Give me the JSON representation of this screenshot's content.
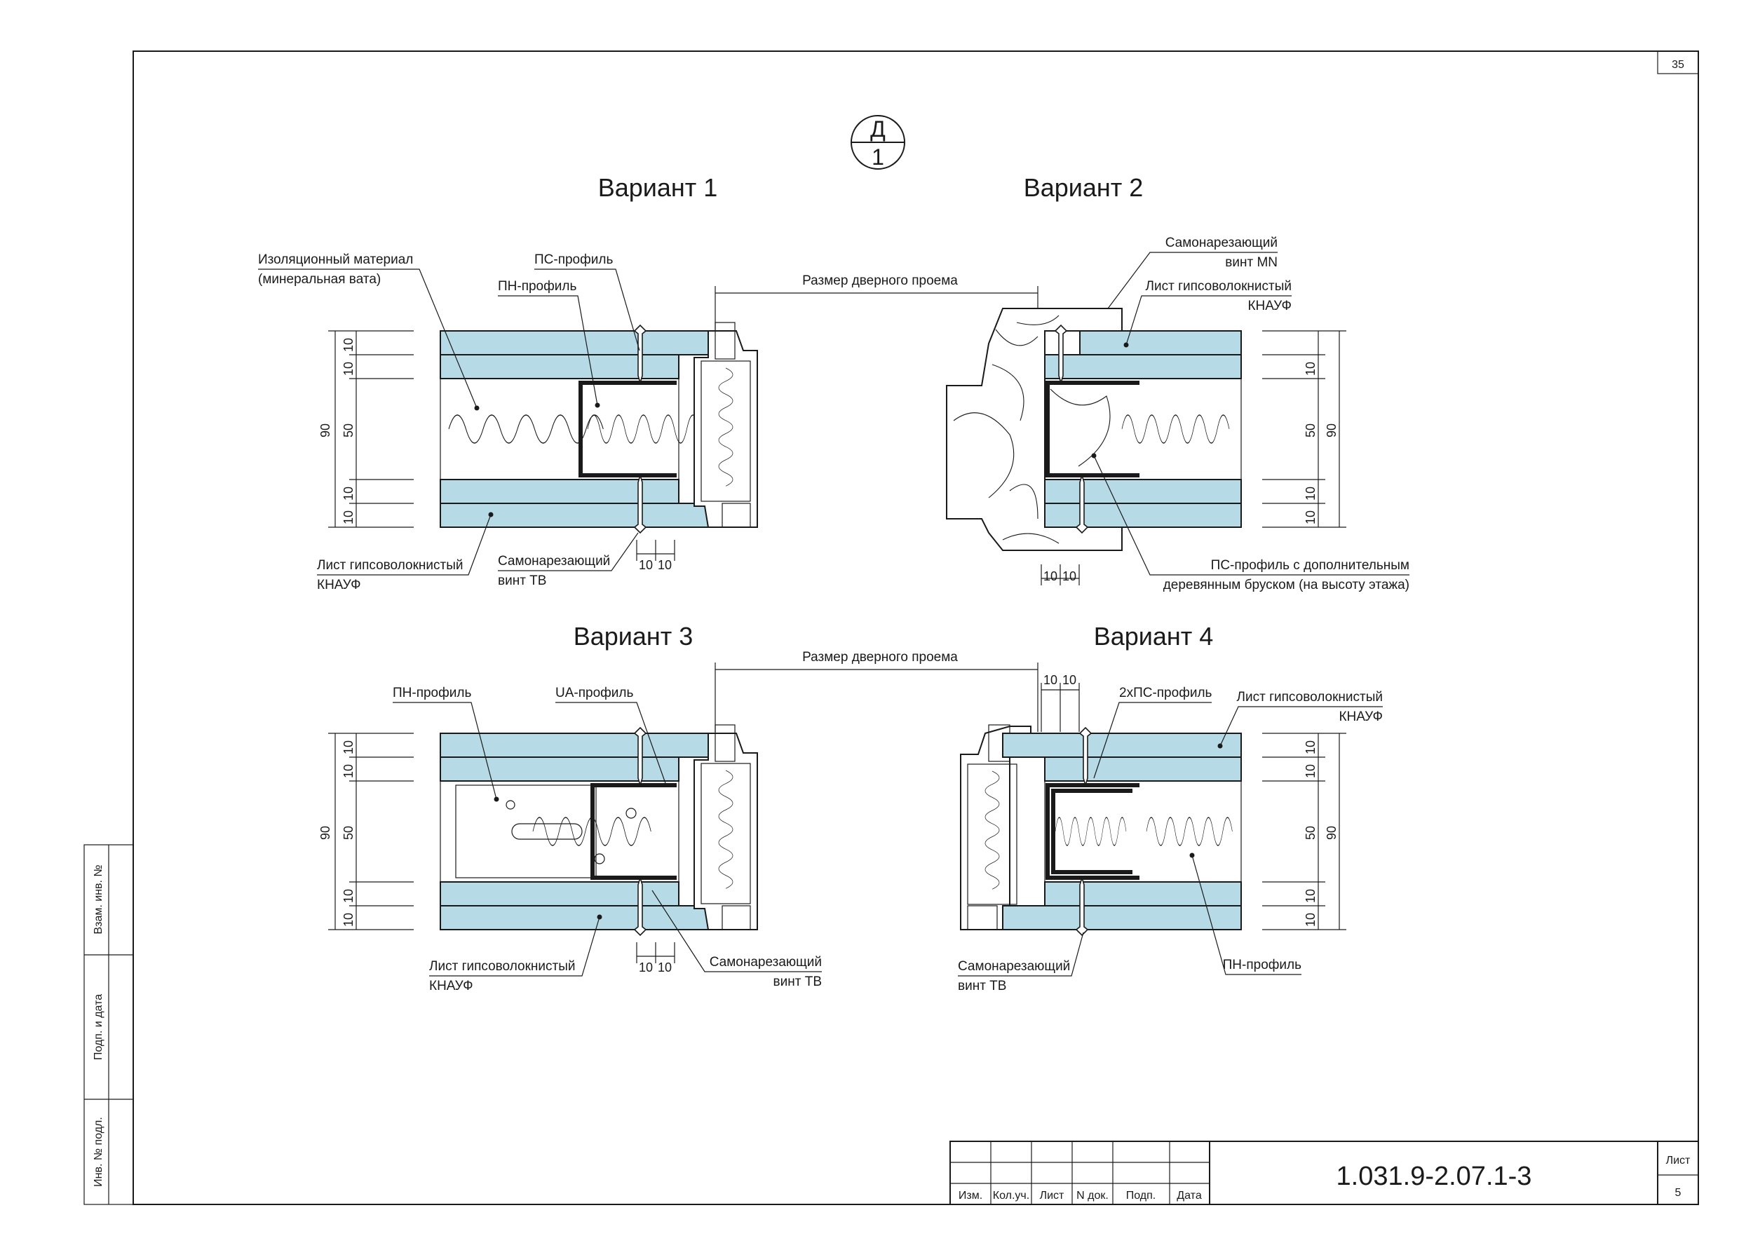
{
  "sheet": {
    "page_number": "35",
    "marker_letter": "Д",
    "marker_number": "1",
    "sheet_label": "Лист",
    "sheet_number": "5",
    "document_code": "1.031.9-2.07.1-3"
  },
  "side_stamp": {
    "cell1": "Взам. инв. №",
    "cell2": "Подп. и дата",
    "cell3": "Инв. № подл."
  },
  "title_block": {
    "columns": [
      "Изм.",
      "Кол.уч.",
      "Лист",
      "N док.",
      "Подп.",
      "Дата"
    ]
  },
  "variants": {
    "v1": {
      "title": "Вариант 1",
      "insulation_line1": "Изоляционный материал",
      "insulation_line2": "(минеральная вата)",
      "ps_profile": "ПС-профиль",
      "pn_profile": "ПН-профиль",
      "board_line1": "Лист гипсоволокнистый",
      "board_line2": "КНАУФ",
      "screw_line1": "Самонарезающий",
      "screw_line2": "винт TB",
      "opening": "Размер дверного проема"
    },
    "v2": {
      "title": "Вариант 2",
      "screw_line1": "Самонарезающий",
      "screw_line2": "винт MN",
      "board_line1": "Лист гипсоволокнистый",
      "board_line2": "КНАУФ",
      "ps_line1": "ПС-профиль с дополнительным",
      "ps_line2": "деревянным бруском (на высоту этажа)"
    },
    "v3": {
      "title": "Вариант 3",
      "pn_profile": "ПН-профиль",
      "ua_profile": "UA-профиль",
      "board_line1": "Лист гипсоволокнистый",
      "board_line2": "КНАУФ",
      "screw_line1": "Самонарезающий",
      "screw_line2": "винт TB",
      "opening": "Размер дверного проема"
    },
    "v4": {
      "title": "Вариант 4",
      "ps2_profile": "2хПС-профиль",
      "board_line1": "Лист гипсоволокнистый",
      "board_line2": "КНАУФ",
      "screw_line1": "Самонарезающий",
      "screw_line2": "винт TB",
      "pn_profile": "ПН-профиль"
    }
  },
  "dimensions": {
    "d10": "10",
    "d50": "50",
    "d90": "90"
  }
}
